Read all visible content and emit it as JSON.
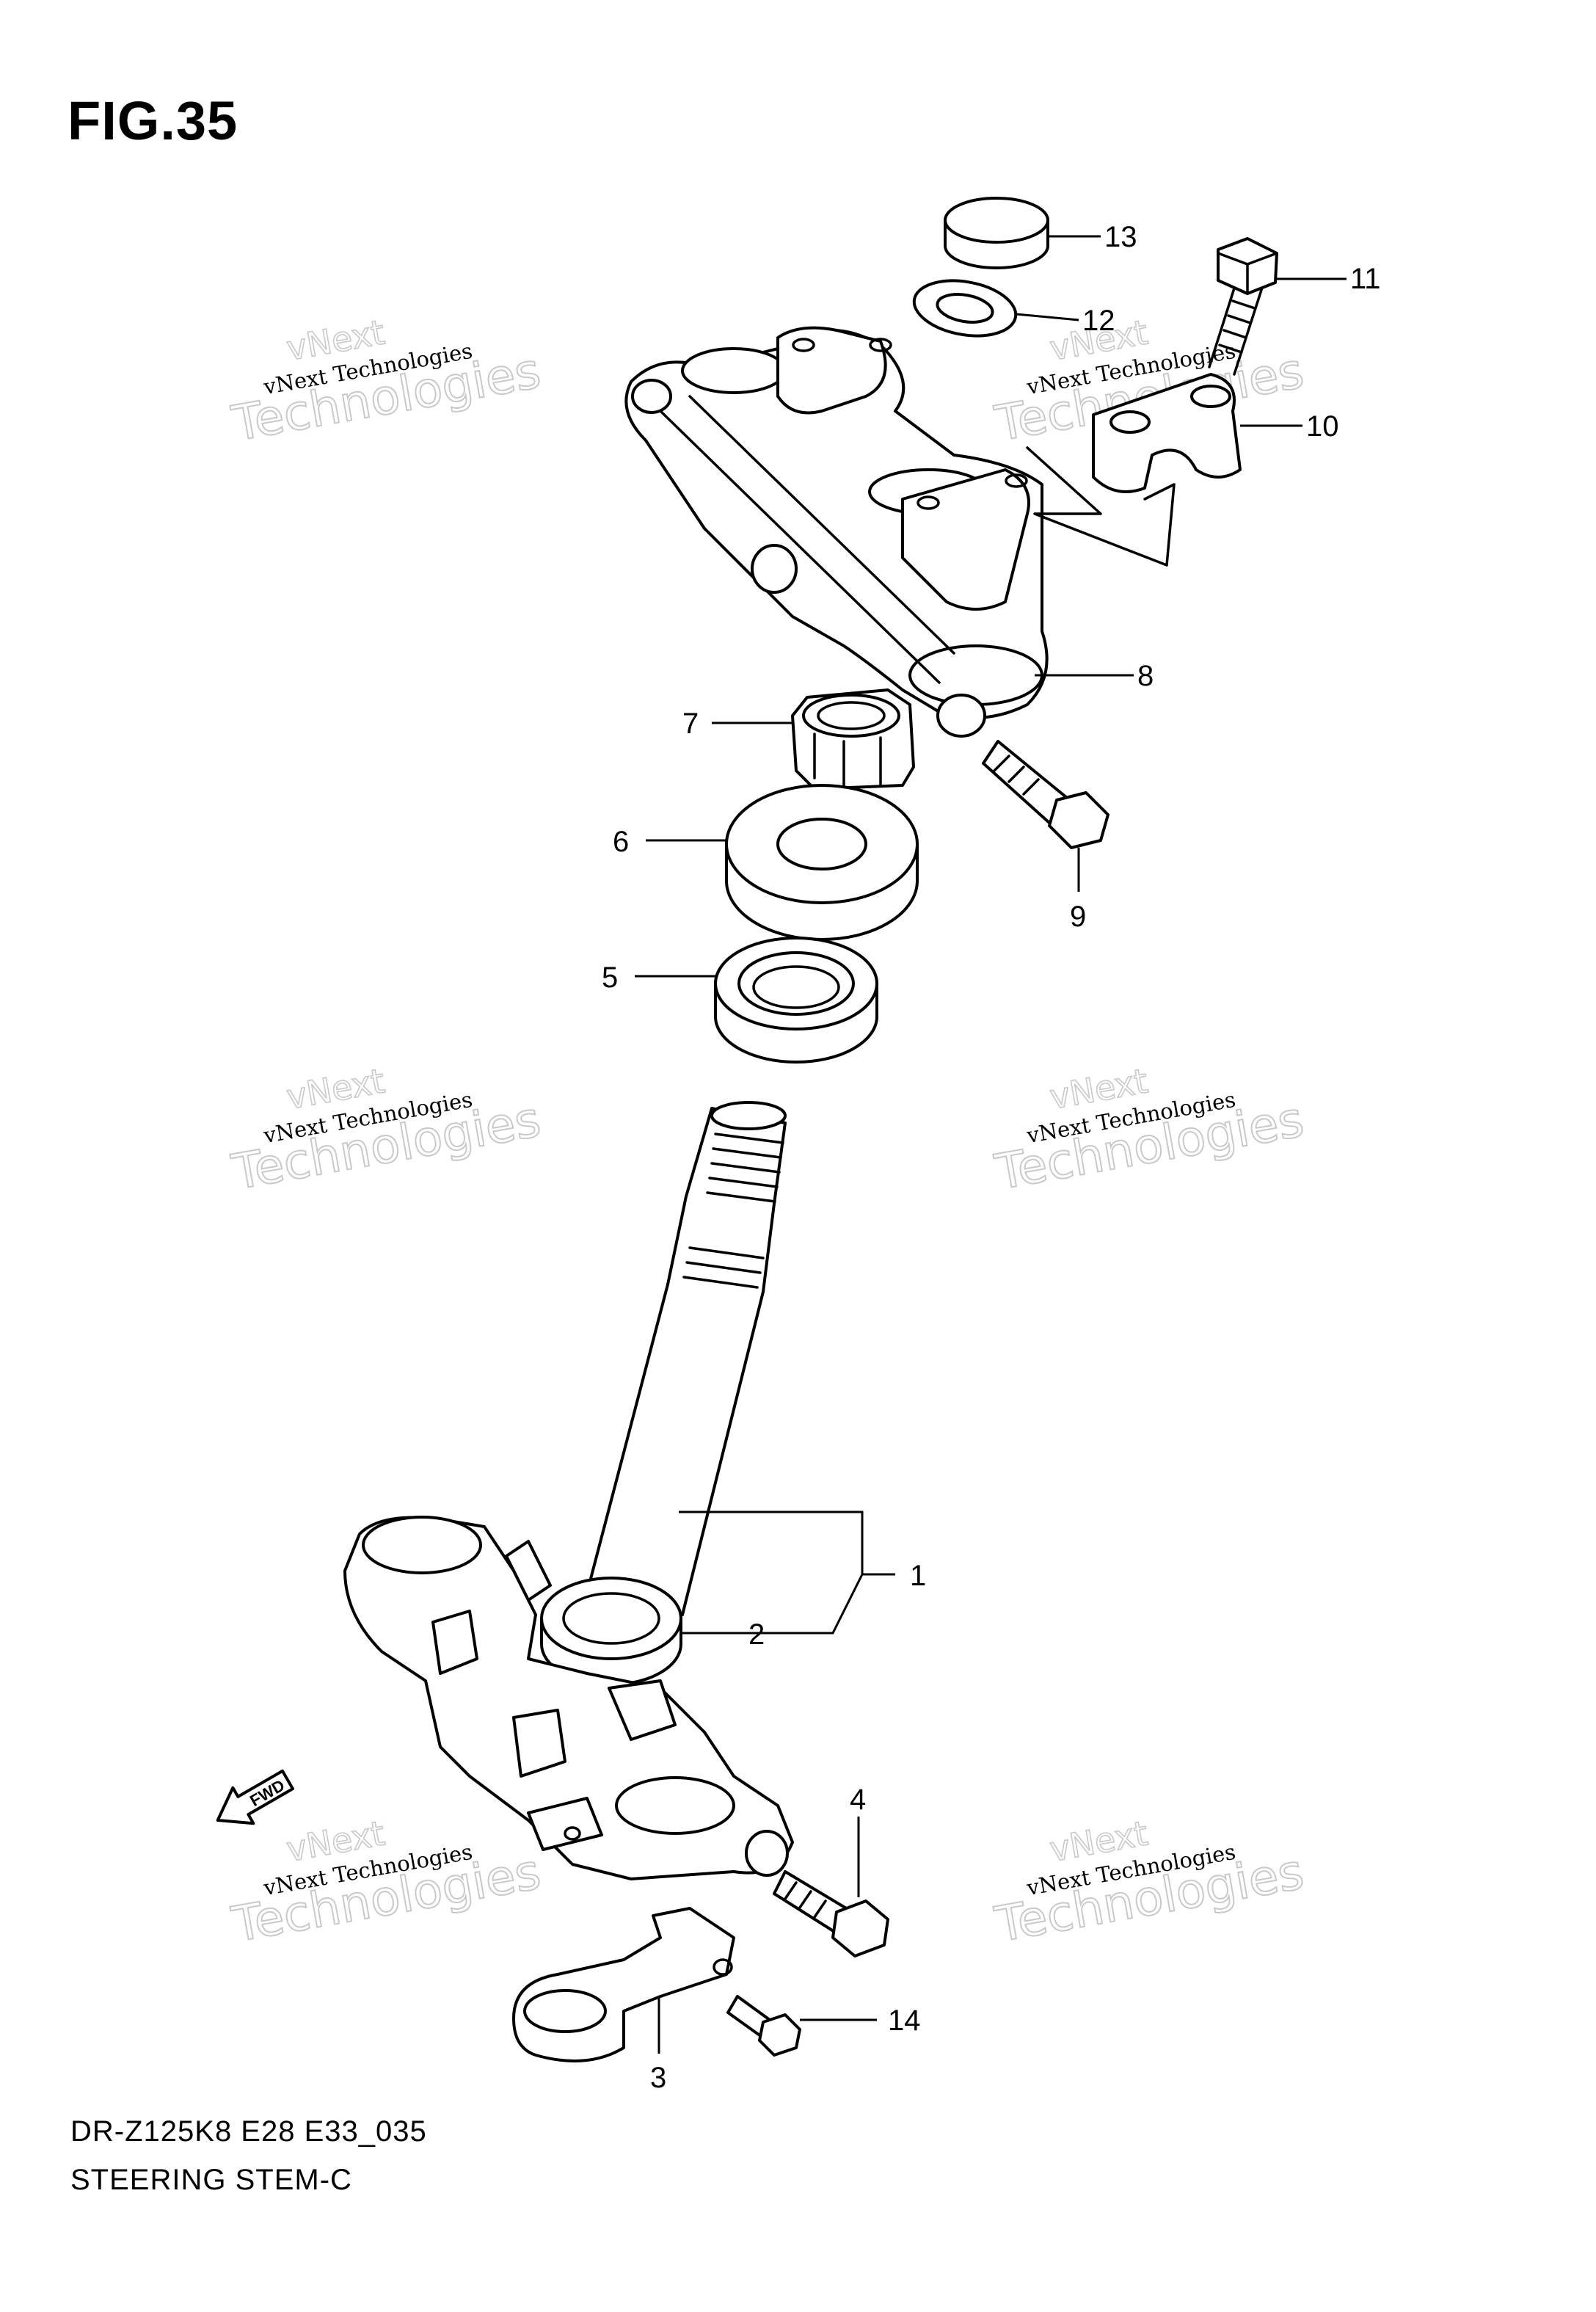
{
  "figure": {
    "title": "FIG.35",
    "model_code": "DR-Z125K8 E28 E33_035",
    "section_name": "STEERING STEM-C"
  },
  "callouts": [
    {
      "id": "1",
      "label": "1"
    },
    {
      "id": "2",
      "label": "2"
    },
    {
      "id": "3",
      "label": "3"
    },
    {
      "id": "4",
      "label": "4"
    },
    {
      "id": "5",
      "label": "5"
    },
    {
      "id": "6",
      "label": "6"
    },
    {
      "id": "7",
      "label": "7"
    },
    {
      "id": "8",
      "label": "8"
    },
    {
      "id": "9",
      "label": "9"
    },
    {
      "id": "10",
      "label": "10"
    },
    {
      "id": "11",
      "label": "11"
    },
    {
      "id": "12",
      "label": "12"
    },
    {
      "id": "13",
      "label": "13"
    },
    {
      "id": "14",
      "label": "14"
    }
  ],
  "direction_marker": {
    "text": "FWD",
    "icon": "forward-arrow-icon"
  },
  "watermark": {
    "line1": "vNext",
    "line2": "vNext Technologies",
    "line3": "Technologies"
  }
}
